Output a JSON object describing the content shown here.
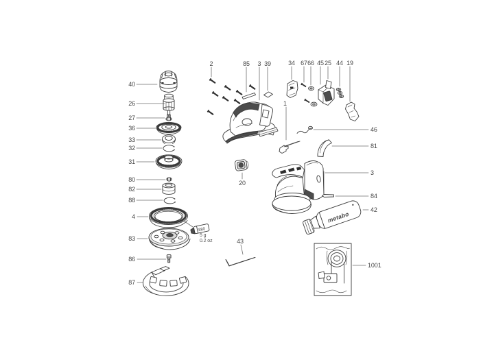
{
  "diagram": {
    "kind": "exploded-parts-diagram",
    "background": "#ffffff",
    "line_color": "#3a3a3a",
    "label_color": "#464646",
    "brand_on_canister": "metabo",
    "grease_tube": {
      "label": "880",
      "qty_g": "5 g",
      "qty_oz": "0.2 oz"
    },
    "callouts": {
      "left": [
        "40",
        "26",
        "27",
        "36",
        "33",
        "32",
        "31",
        "80",
        "82",
        "88",
        "4",
        "83",
        "86",
        "87"
      ],
      "top_center": [
        "2",
        "85",
        "3",
        "39"
      ],
      "top_right": [
        "34",
        "67",
        "66",
        "45",
        "25",
        "44",
        "19"
      ],
      "right": [
        "46",
        "81",
        "3",
        "84",
        "42",
        "1001"
      ],
      "misc": {
        "part1": "1",
        "part20": "20",
        "part43": "43"
      }
    }
  }
}
